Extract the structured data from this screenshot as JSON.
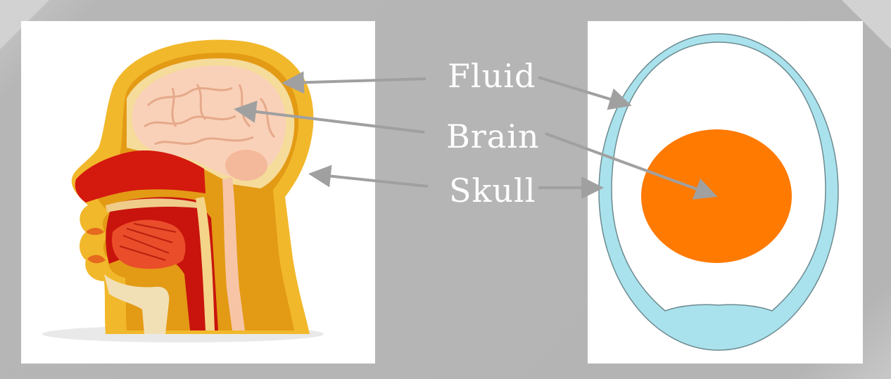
{
  "labels": {
    "fluid": "Fluid",
    "brain": "Brain",
    "skull": "Skull"
  },
  "colors": {
    "background": "#b5b5b5",
    "panel": "#ffffff",
    "skull": "#a9e2ec",
    "brain": "#ff7a00",
    "arrow": "#a0a0a0",
    "label_text": "#ffffff"
  },
  "images": {
    "left": "head-cross-section-illustration",
    "right": "egg-model-diagram"
  }
}
